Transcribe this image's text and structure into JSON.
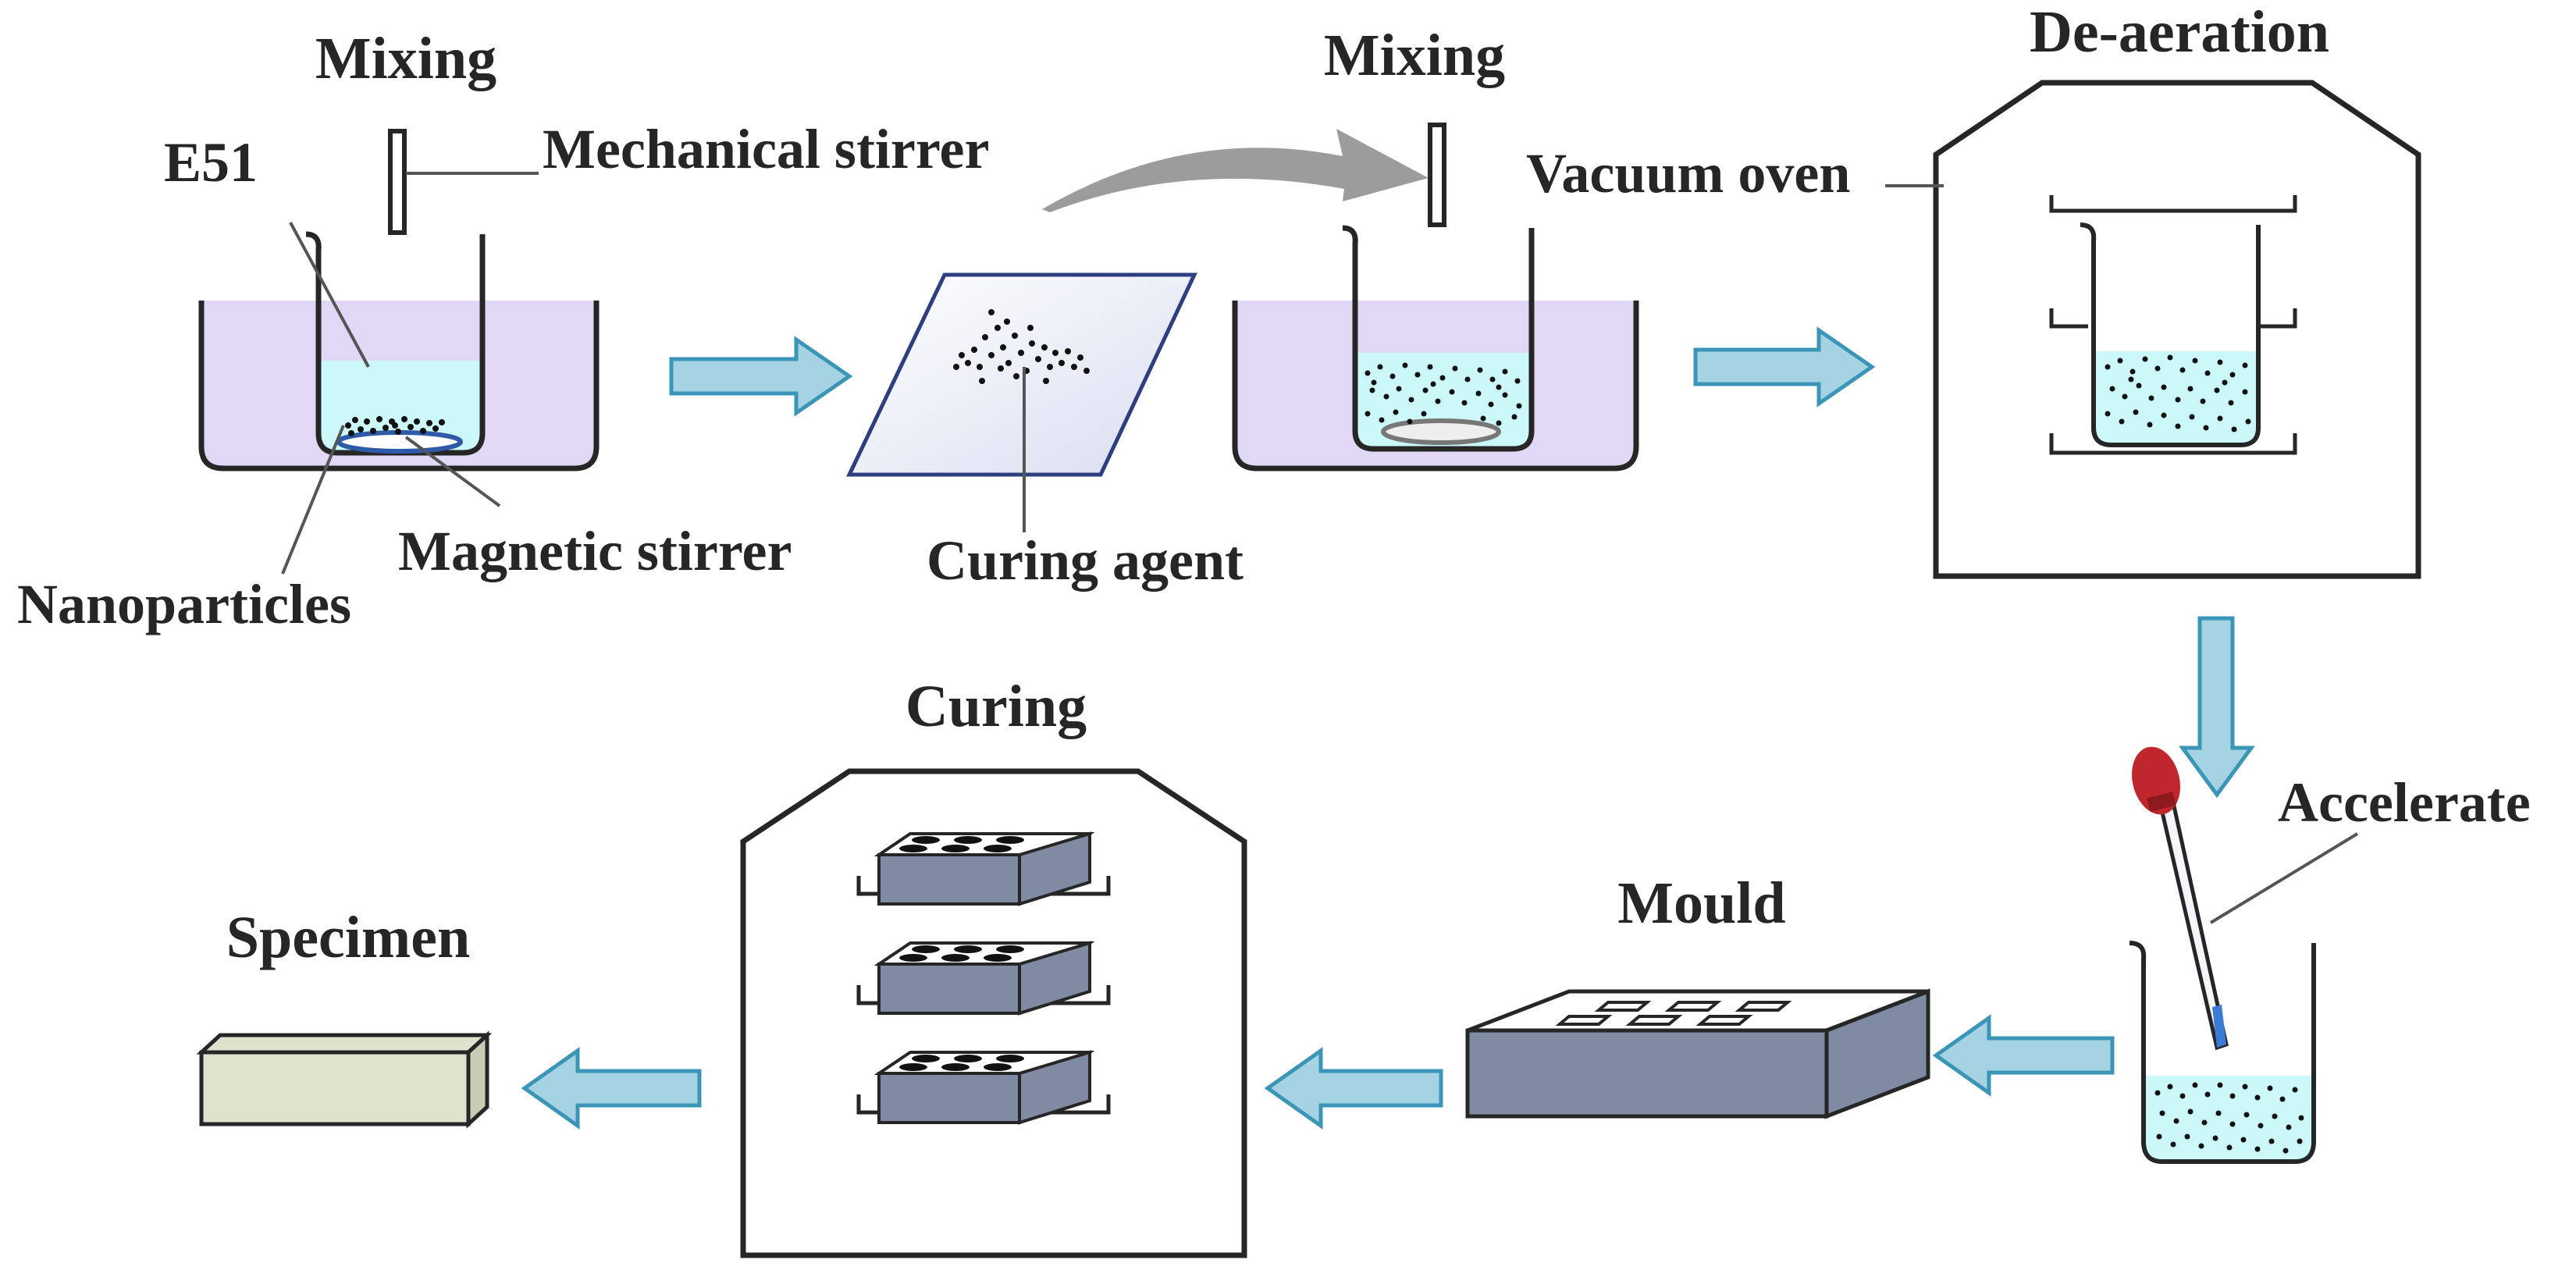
{
  "diagram": {
    "stages": {
      "mixing_1": "Mixing",
      "mixing_2": "Mixing",
      "deaeration": "De-aeration",
      "curing": "Curing",
      "mould": "Mould",
      "specimen": "Specimen"
    },
    "labels": {
      "e51": "E51",
      "mechanical_stirrer": "Mechanical stirrer",
      "magnetic_stirrer": "Magnetic stirrer",
      "nanoparticles": "Nanoparticles",
      "curing_agent": "Curing agent",
      "vacuum_oven": "Vacuum oven",
      "accelerate": "Accelerate"
    },
    "colors": {
      "bath": "#e0d8f4",
      "liquid": "#ccf8fa",
      "flow_arrow": "#a5d3e3",
      "flow_arrow_edge": "#3a95b6",
      "transfer_arrow": "#9c9c9c",
      "mould": "#7f8aa3",
      "specimen": "#dde2cc",
      "dropper_bulb": "#c0272d",
      "outline": "#262626"
    },
    "icons": {
      "beaker": "beaker-icon",
      "stirrer": "stirrer-rod-icon",
      "oven": "oven-icon",
      "dropper": "dropper-icon",
      "mould": "mould-icon",
      "specimen": "specimen-bar-icon"
    }
  }
}
